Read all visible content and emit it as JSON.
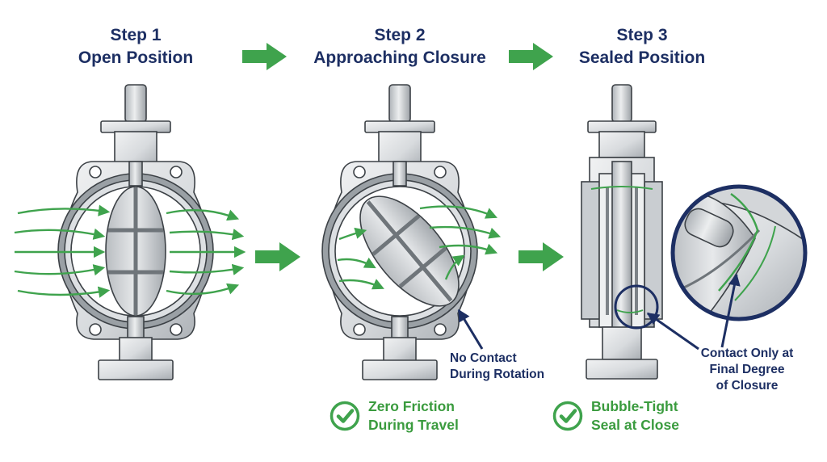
{
  "steps": [
    {
      "number": "Step 1",
      "name": "Open Position"
    },
    {
      "number": "Step 2",
      "name": "Approaching Closure"
    },
    {
      "number": "Step 3",
      "name": "Sealed Position"
    }
  ],
  "callouts": {
    "rotation": {
      "line1": "No Contact",
      "line2": "During Rotation"
    },
    "closure": {
      "line1": "Contact Only at",
      "line2": "Final Degree",
      "line3": "of Closure"
    }
  },
  "benefits": [
    {
      "line1": "Zero Friction",
      "line2": "During Travel"
    },
    {
      "line1": "Bubble-Tight",
      "line2": "Seal at Close"
    }
  ],
  "colors": {
    "heading": "#1d2f63",
    "flow_arrow": "#3fa34d",
    "benefit_text": "#3a9b3e",
    "metal_light": "#e4e6e8",
    "metal_dark": "#8e9398",
    "outline": "#3c4146"
  },
  "icons": [
    "check-circle-icon",
    "right-arrow-icon",
    "pointer-arrow-icon"
  ]
}
